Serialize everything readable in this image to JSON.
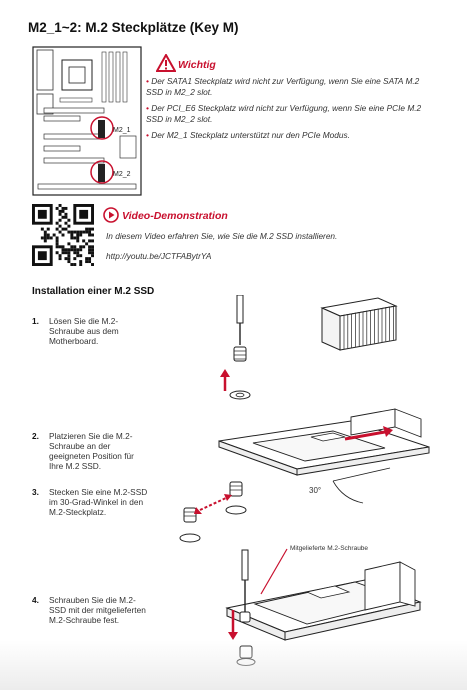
{
  "page": {
    "title": "M2_1~2: M.2 Steckplätze (Key M)"
  },
  "diagram": {
    "slot1_label": "M2_1",
    "slot2_label": "M2_2"
  },
  "warning": {
    "title": "Wichtig",
    "items": [
      "Der SATA1 Steckplatz wird nicht zur Verfügung, wenn Sie eine SATA M.2 SSD in M2_2 slot.",
      "Der PCI_E6 Steckplatz wird nicht zur Verfügung, wenn Sie eine PCIe M.2 SSD in M2_2 slot.",
      "Der M2_1 Steckplatz unterstützt nur den PCIe Modus."
    ]
  },
  "video": {
    "title": "Video-Demonstration",
    "description": "In diesem Video erfahren Sie, wie Sie die M.2 SSD installieren.",
    "url": "http://youtu.be/JCTFAByt­rYA"
  },
  "install": {
    "heading": "Installation einer M.2 SSD",
    "steps": [
      {
        "num": "1.",
        "text": "Lösen Sie die M.2-Schraube aus dem Motherboard."
      },
      {
        "num": "2.",
        "text": "Platzieren Sie die M.2-Schraube an der geeigneten Position für Ihre M.2 SSD."
      },
      {
        "num": "3.",
        "text": "Stecken Sie eine M.2-SSD im 30-Grad-Winkel in den M.2-Steckplatz."
      },
      {
        "num": "4.",
        "text": "Schrauben Sie die M.2-SSD mit der mitgelieferten M.2-Schraube fest."
      }
    ],
    "angle_label": "30°",
    "screw_callout": "Mitgelieferte M.2-Schraube"
  },
  "colors": {
    "accent": "#c8102e",
    "text": "#333333",
    "heading": "#111111"
  }
}
